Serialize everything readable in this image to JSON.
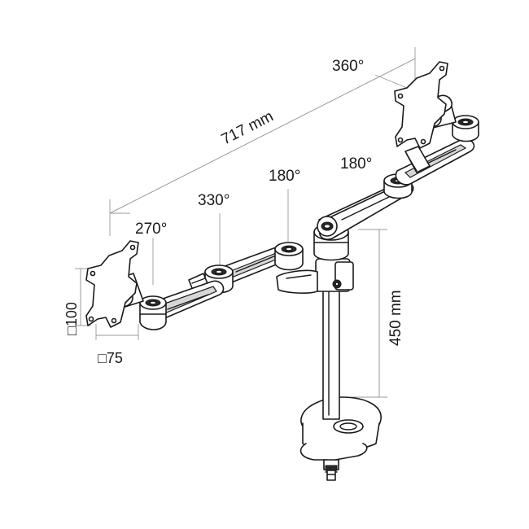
{
  "diagram": {
    "dimensions": {
      "width_total": "717 mm",
      "pole_height": "450 mm",
      "vesa_large": "□100",
      "vesa_small": "□75"
    },
    "rotations": {
      "left_head": "270°",
      "left_mid_joint": "330°",
      "center_joint": "180°",
      "right_arm_joint": "180°",
      "right_head": "360°"
    }
  }
}
